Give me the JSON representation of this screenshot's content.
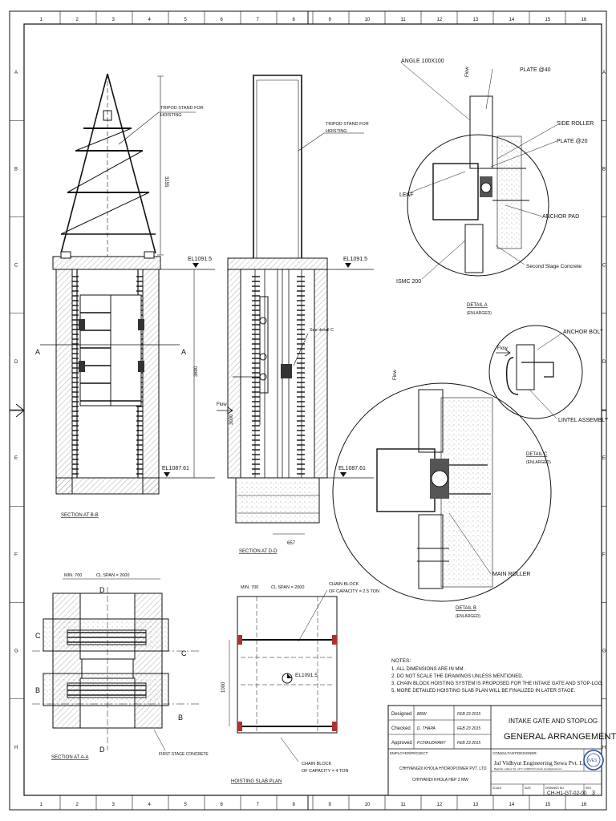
{
  "grid": {
    "columns": [
      "1",
      "2",
      "3",
      "4",
      "5",
      "6",
      "7",
      "8",
      "9",
      "10",
      "11",
      "12",
      "13",
      "14",
      "15",
      "16"
    ],
    "rows": [
      "A",
      "B",
      "C",
      "D",
      "E",
      "F",
      "G",
      "H"
    ]
  },
  "labels": {
    "tripod_1": "TRIPOD STAND FOR",
    "tripod_2": "HOISTING",
    "dim_3155": "3155",
    "dim_3890": "3890",
    "dim_3000": "3000",
    "el_top": "EL1091.5",
    "el_bottom": "EL1087.61",
    "see_detail_c": "See detail C",
    "flow": "Flow",
    "section_bb": "SECTION AT B-B",
    "section_dd": "SECTION AT D-D",
    "section_aa": "SECTION AT A-A",
    "hoisting_slab_plan": "HOISTING SLAB PLAN",
    "dim_657": "657",
    "cut_a": "A",
    "cut_b": "B",
    "cut_c": "C",
    "cut_d": "D",
    "min_700": "MIN. 700",
    "cl_span": "CL SPAN = 2000",
    "first_stage": "FIRST STAGE CONCRETE",
    "chain_block_25_1": "CHAIN BLOCK",
    "chain_block_25_2": "OF CAPACITY = 2.5 TON",
    "chain_block_4_1": "CHAIN BLOCK",
    "chain_block_4_2": "OF CAPACITY = 4 TON",
    "el_plan": "EL1091.5",
    "dim_1000": "1000",
    "angle": "ANGLE 100X100",
    "plate40": "PLATE @40",
    "side_roller": "SIDE ROLLER",
    "plate20": "PLATE @20",
    "leaf": "LEAF",
    "anchor_pad": "ANCHOR PAD",
    "second_stage": "Second Stage Concrete",
    "ismc": "ISMC 200",
    "detail_a": "DETAIL A",
    "detail_b": "DETAIL B",
    "detail_c": "DETAIL C",
    "enlarged": "(ENLARGED)",
    "anchor_bolt": "ANCHOR BOLT",
    "lintel": "LINTEL ASSEMBLY",
    "main_roller": "MAIN ROLLER"
  },
  "notes": {
    "title": "NOTES:",
    "items": [
      "1. ALL DIMENSIONS ARE IN MM.",
      "2. DO NOT SCALE THE DRAWINGS UNLESS MENTIONED.",
      "3. CHAIN BLOCK HOISTING SYSTEM IS PROPOSED FOR THE INTAKE GATE AND STOP-LOG.",
      "5. MORE DETAILED HOISTING SLAB PLAN WILL BE FINALIZED IN LATER STAGE."
    ]
  },
  "title_block": {
    "rows": [
      {
        "label": "Designed",
        "name": "BRW",
        "date": "FEB 23 2015"
      },
      {
        "label": "Checked",
        "name": "D. THAPA",
        "date": "FEB 23 2015"
      },
      {
        "label": "Approved",
        "name": "P.CHAUDHARY",
        "date": "FEB 23 2015"
      }
    ],
    "title_1": "INTAKE GATE AND STOPLOG",
    "title_2": "GENERAL ARRANGEMENT",
    "employer_label": "EMPLOYER/PROJECT:",
    "employer_1": "CHHYANGDI KHOLA HYDROPOWER PVT. LTD",
    "employer_2": "CHHYANDI KHOLA HEP 2 MW",
    "consultant_label": "CONSULTANT/DESIGNER:",
    "consultant_name": "Jal Vidhyut Engineering Sewa Pvt. Ltd.",
    "consultant_addr": "Baghdol, Lalitpur   Tel: +977-1-5009XXX   Email: jvpvt@gmail.com",
    "logo_text": "JVES",
    "drawing_no_label": "DRAWING NO.",
    "drawing_no": "CH-H1-GT-02-00",
    "rev_label": "REV",
    "rev": "3",
    "scale_label": "SCALE",
    "size_label": "SIZE"
  },
  "colors": {
    "line": "#111111",
    "concrete": "#e6e6e6",
    "hatch": "#888888"
  }
}
